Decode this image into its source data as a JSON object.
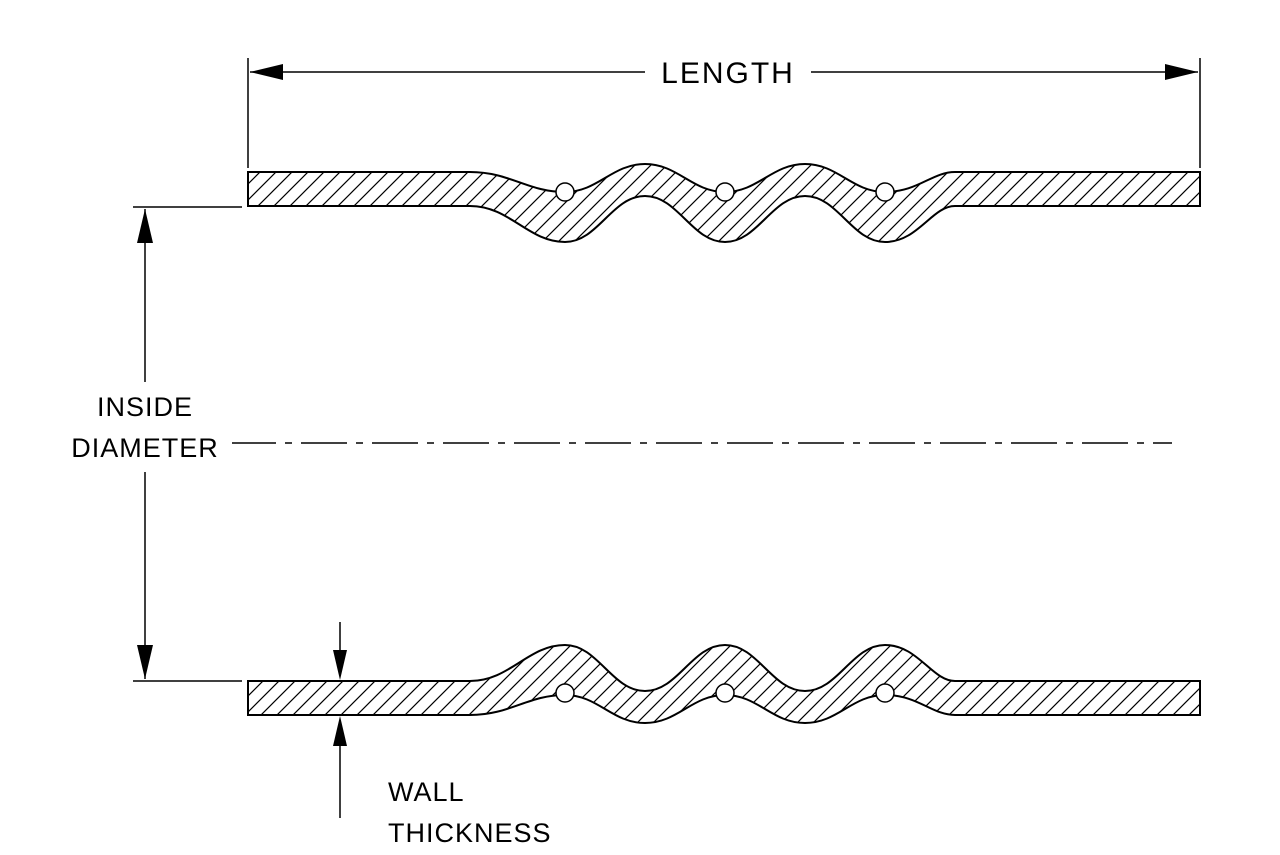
{
  "labels": {
    "length": "LENGTH",
    "inside_diameter_line1": "INSIDE",
    "inside_diameter_line2": "DIAMETER",
    "wall_thickness_line1": "WALL",
    "wall_thickness_line2": "THICKNESS"
  },
  "colors": {
    "line": "#000000",
    "background": "#ffffff"
  }
}
